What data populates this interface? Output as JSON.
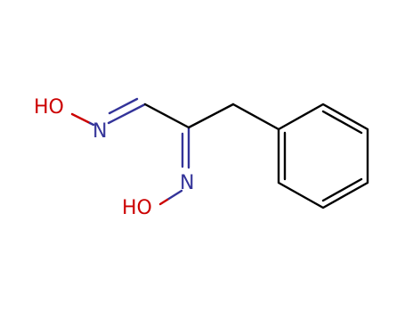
{
  "molecule": {
    "atoms": [
      {
        "id": "o1",
        "element": "O",
        "label": "HO",
        "color": "#cc0000"
      },
      {
        "id": "n1",
        "element": "N",
        "label": "N",
        "color": "#333399"
      },
      {
        "id": "n2",
        "element": "N",
        "label": "N",
        "color": "#333399"
      },
      {
        "id": "o2",
        "element": "O",
        "label": "HO",
        "color": "#cc0000"
      }
    ],
    "bond_color": "#000000"
  }
}
